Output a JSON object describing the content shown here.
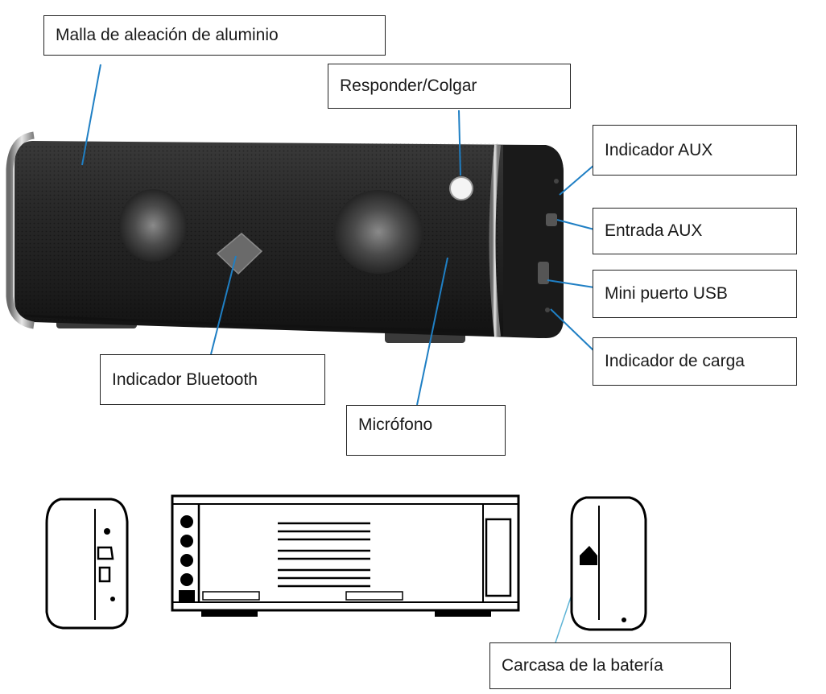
{
  "labels": {
    "mesh": "Malla de aleación de aluminio",
    "answer": "Responder/Colgar",
    "aux_indicator": "Indicador AUX",
    "aux_input": "Entrada AUX",
    "mini_usb": "Mini puerto USB",
    "charge_indicator": "Indicador de carga",
    "bluetooth_indicator": "Indicador Bluetooth",
    "microphone": "Micrófono",
    "battery_case": "Carcasa de la batería"
  },
  "colors": {
    "leader_line": "#1f7fc4",
    "leader_line_light": "#5fb4d6",
    "speaker_body": "#2a2a2a",
    "box_border": "#222222"
  }
}
